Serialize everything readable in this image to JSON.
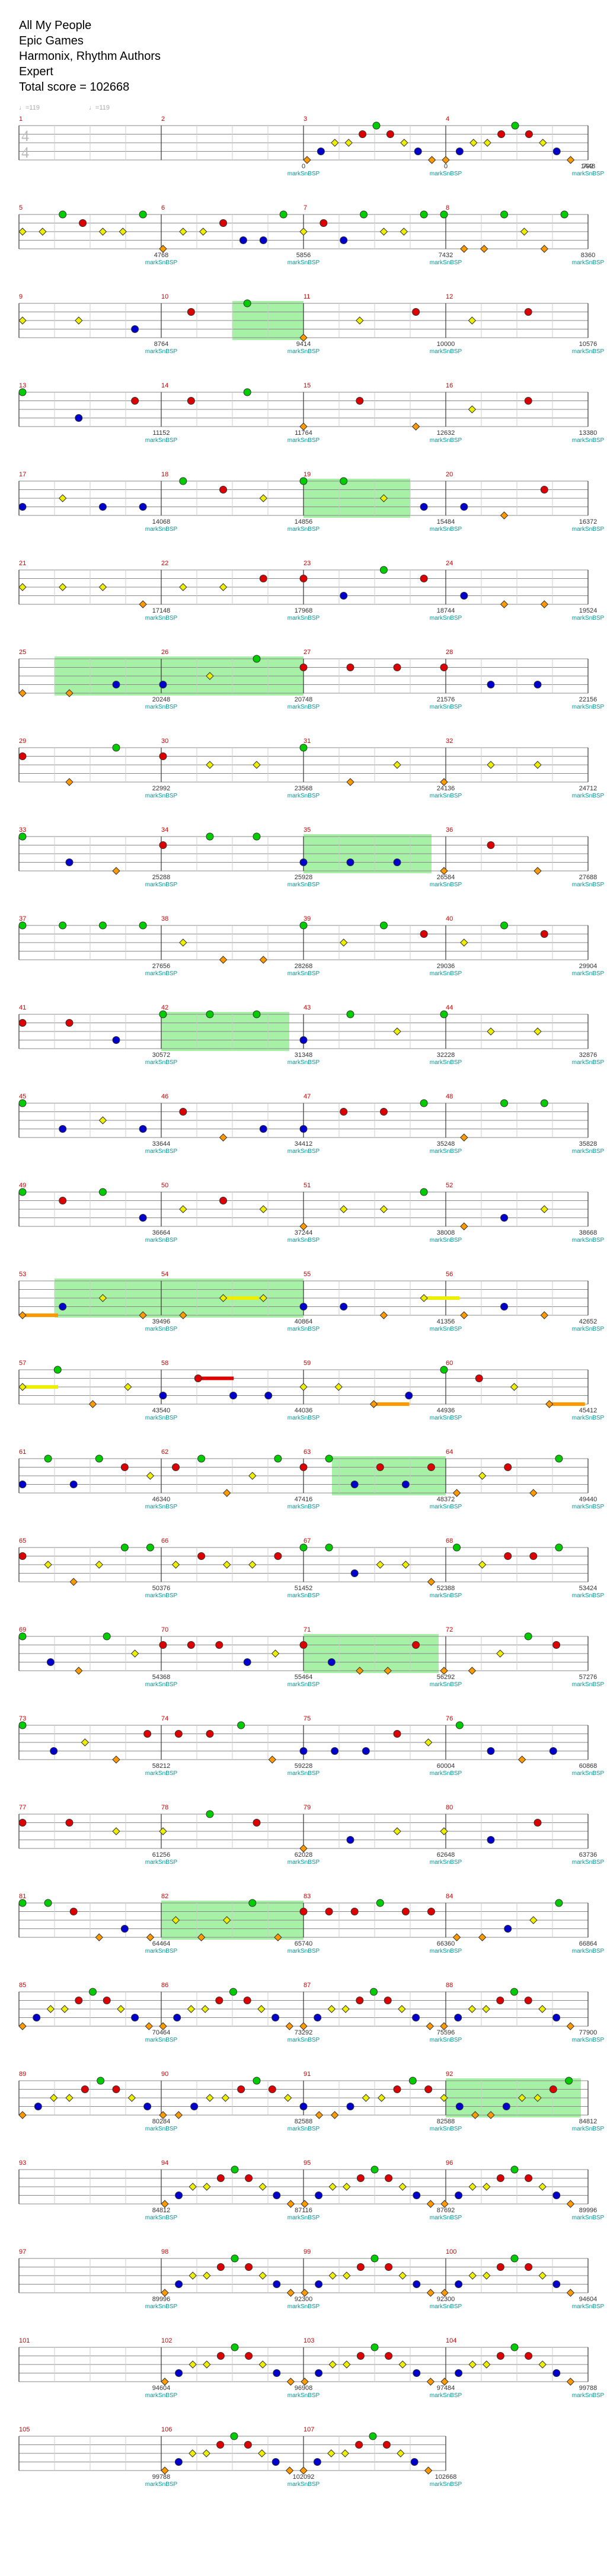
{
  "header": {
    "song_title": "All My People",
    "artist": "Epic Games",
    "charters": "Harmonix, Rhythm Authors",
    "difficulty": "Expert",
    "total_score_label": "Total score = 102668"
  },
  "tempo_marks": [
    "♩=119",
    "♩=119"
  ],
  "time_signature": [
    "4",
    "4"
  ],
  "colors": {
    "green": "#00cc00",
    "red": "#dd0000",
    "yellow": "#eeee00",
    "blue": "#0000cc",
    "orange": "#ff9900",
    "overdrive": "#90ee90",
    "bar_number": "#cc0000",
    "sp_text": "#009999",
    "staff_line": "#888888"
  },
  "sp_label": "markSnBSP",
  "rows": [
    {
      "bars": [
        {
          "n": "1",
          "score": ""
        },
        {
          "n": "2",
          "score": "0"
        },
        {
          "n": "3",
          "score": "0"
        },
        {
          "n": "4",
          "score": "792"
        }
      ],
      "end_score": "1448"
    },
    {
      "bars": [
        {
          "n": "5",
          "score": "4768"
        },
        {
          "n": "6",
          "score": "5856"
        },
        {
          "n": "7",
          "score": "7432"
        },
        {
          "n": "8",
          "score": "8360"
        }
      ],
      "end_score": ""
    },
    {
      "bars": [
        {
          "n": "9",
          "score": "8764"
        },
        {
          "n": "10",
          "score": "9414"
        },
        {
          "n": "11",
          "score": "10000"
        },
        {
          "n": "12",
          "score": "10576"
        }
      ],
      "end_score": ""
    },
    {
      "bars": [
        {
          "n": "13",
          "score": "11152"
        },
        {
          "n": "14",
          "score": "11764"
        },
        {
          "n": "15",
          "score": "12632"
        },
        {
          "n": "16",
          "score": "13380"
        }
      ],
      "end_score": ""
    },
    {
      "bars": [
        {
          "n": "17",
          "score": "14068"
        },
        {
          "n": "18",
          "score": "14856"
        },
        {
          "n": "19",
          "score": "15484"
        },
        {
          "n": "20",
          "score": "16372"
        }
      ],
      "end_score": ""
    },
    {
      "bars": [
        {
          "n": "21",
          "score": "17148"
        },
        {
          "n": "22",
          "score": "17968"
        },
        {
          "n": "23",
          "score": "18744"
        },
        {
          "n": "24",
          "score": "19524"
        }
      ],
      "end_score": ""
    },
    {
      "bars": [
        {
          "n": "25",
          "score": "20248"
        },
        {
          "n": "26",
          "score": "20748"
        },
        {
          "n": "27",
          "score": "21576"
        },
        {
          "n": "28",
          "score": "22156"
        }
      ],
      "end_score": ""
    },
    {
      "bars": [
        {
          "n": "29",
          "score": "22992"
        },
        {
          "n": "30",
          "score": "23568"
        },
        {
          "n": "31",
          "score": "24136"
        },
        {
          "n": "32",
          "score": "24712"
        }
      ],
      "end_score": ""
    },
    {
      "bars": [
        {
          "n": "33",
          "score": "25288"
        },
        {
          "n": "34",
          "score": "25928"
        },
        {
          "n": "35",
          "score": "26584"
        },
        {
          "n": "36",
          "score": "27688"
        }
      ],
      "end_score": ""
    },
    {
      "bars": [
        {
          "n": "37",
          "score": "27656"
        },
        {
          "n": "38",
          "score": "28268"
        },
        {
          "n": "39",
          "score": "29036"
        },
        {
          "n": "40",
          "score": "29904"
        }
      ],
      "end_score": ""
    },
    {
      "bars": [
        {
          "n": "41",
          "score": "30572"
        },
        {
          "n": "42",
          "score": "31348"
        },
        {
          "n": "43",
          "score": "32228"
        },
        {
          "n": "44",
          "score": "32876"
        }
      ],
      "end_score": ""
    },
    {
      "bars": [
        {
          "n": "45",
          "score": "33644"
        },
        {
          "n": "46",
          "score": "34412"
        },
        {
          "n": "47",
          "score": "35248"
        },
        {
          "n": "48",
          "score": "35828"
        }
      ],
      "end_score": ""
    },
    {
      "bars": [
        {
          "n": "49",
          "score": "36664"
        },
        {
          "n": "50",
          "score": "37244"
        },
        {
          "n": "51",
          "score": "38008"
        },
        {
          "n": "52",
          "score": "38668"
        }
      ],
      "end_score": ""
    },
    {
      "bars": [
        {
          "n": "53",
          "score": "39496"
        },
        {
          "n": "54",
          "score": "40864"
        },
        {
          "n": "55",
          "score": "41356"
        },
        {
          "n": "56",
          "score": "42652"
        }
      ],
      "end_score": ""
    },
    {
      "bars": [
        {
          "n": "57",
          "score": "43540"
        },
        {
          "n": "58",
          "score": "44036"
        },
        {
          "n": "59",
          "score": "44936"
        },
        {
          "n": "60",
          "score": "45412"
        }
      ],
      "end_score": ""
    },
    {
      "bars": [
        {
          "n": "61",
          "score": "46340"
        },
        {
          "n": "62",
          "score": "47416"
        },
        {
          "n": "63",
          "score": "48372"
        },
        {
          "n": "64",
          "score": "49440"
        }
      ],
      "end_score": ""
    },
    {
      "bars": [
        {
          "n": "65",
          "score": "50376"
        },
        {
          "n": "66",
          "score": "51452"
        },
        {
          "n": "67",
          "score": "52388"
        },
        {
          "n": "68",
          "score": "53424"
        }
      ],
      "end_score": ""
    },
    {
      "bars": [
        {
          "n": "69",
          "score": "54368"
        },
        {
          "n": "70",
          "score": "55464"
        },
        {
          "n": "71",
          "score": "56292"
        },
        {
          "n": "72",
          "score": "57276"
        }
      ],
      "end_score": ""
    },
    {
      "bars": [
        {
          "n": "73",
          "score": "58212"
        },
        {
          "n": "74",
          "score": "59228"
        },
        {
          "n": "75",
          "score": "60004"
        },
        {
          "n": "76",
          "score": "60868"
        }
      ],
      "end_score": ""
    },
    {
      "bars": [
        {
          "n": "77",
          "score": "61256"
        },
        {
          "n": "78",
          "score": "62028"
        },
        {
          "n": "79",
          "score": "62648"
        },
        {
          "n": "80",
          "score": "63736"
        }
      ],
      "end_score": ""
    },
    {
      "bars": [
        {
          "n": "81",
          "score": "64464"
        },
        {
          "n": "82",
          "score": "65740"
        },
        {
          "n": "83",
          "score": "66360"
        },
        {
          "n": "84",
          "score": "66864"
        }
      ],
      "end_score": ""
    },
    {
      "bars": [
        {
          "n": "85",
          "score": "70464"
        },
        {
          "n": "86",
          "score": "73292"
        },
        {
          "n": "87",
          "score": "75596"
        },
        {
          "n": "88",
          "score": "77900"
        }
      ],
      "end_score": ""
    },
    {
      "bars": [
        {
          "n": "89",
          "score": "80284"
        },
        {
          "n": "90",
          "score": "82588"
        },
        {
          "n": "91",
          "score": "82588"
        },
        {
          "n": "92",
          "score": "84812"
        }
      ],
      "end_score": ""
    },
    {
      "bars": [
        {
          "n": "93",
          "score": "84812"
        },
        {
          "n": "94",
          "score": "87116"
        },
        {
          "n": "95",
          "score": "87692"
        },
        {
          "n": "96",
          "score": "89996"
        }
      ],
      "end_score": ""
    },
    {
      "bars": [
        {
          "n": "97",
          "score": "89996"
        },
        {
          "n": "98",
          "score": "92300"
        },
        {
          "n": "99",
          "score": "92300"
        },
        {
          "n": "100",
          "score": "94604"
        }
      ],
      "end_score": ""
    },
    {
      "bars": [
        {
          "n": "101",
          "score": "94604"
        },
        {
          "n": "102",
          "score": "96908"
        },
        {
          "n": "103",
          "score": "97484"
        },
        {
          "n": "104",
          "score": "99788"
        }
      ],
      "end_score": ""
    },
    {
      "bars": [
        {
          "n": "105",
          "score": "99788"
        },
        {
          "n": "106",
          "score": "102092"
        },
        {
          "n": "107",
          "score": "102668"
        }
      ],
      "end_score": ""
    }
  ],
  "overdrive_phrases": [
    {
      "row": 2,
      "from": 1.5,
      "to": 2.0
    },
    {
      "row": 4,
      "from": 2.0,
      "to": 2.75
    },
    {
      "row": 6,
      "from": 0.25,
      "to": 2.0
    },
    {
      "row": 8,
      "from": 2.0,
      "to": 2.9
    },
    {
      "row": 10,
      "from": 1.0,
      "to": 1.9
    },
    {
      "row": 13,
      "from": 0.25,
      "to": 2.0
    },
    {
      "row": 15,
      "from": 2.2,
      "to": 3.0
    },
    {
      "row": 17,
      "from": 2.0,
      "to": 2.95
    },
    {
      "row": 20,
      "from": 1.0,
      "to": 2.0
    },
    {
      "row": 22,
      "from": 3.0,
      "to": 3.95
    }
  ],
  "note_rows": [
    {
      "row": 0,
      "pattern": "ascending-run",
      "start": 2.0,
      "density": 20
    },
    {
      "row": 1,
      "pattern": "mixed-chords",
      "start": 0.0,
      "density": 28
    },
    {
      "row": 2,
      "pattern": "sparse",
      "start": 0.0,
      "density": 10
    },
    {
      "row": 3,
      "pattern": "sparse",
      "start": 0.0,
      "density": 10
    },
    {
      "row": 4,
      "pattern": "sparse",
      "start": 0.0,
      "density": 14
    },
    {
      "row": 5,
      "pattern": "sparse",
      "start": 0.0,
      "density": 14
    },
    {
      "row": 6,
      "pattern": "sparse",
      "start": 0.0,
      "density": 12
    },
    {
      "row": 7,
      "pattern": "sparse",
      "start": 0.0,
      "density": 12
    },
    {
      "row": 8,
      "pattern": "sparse",
      "start": 0.0,
      "density": 12
    },
    {
      "row": 9,
      "pattern": "sparse",
      "start": 0.0,
      "density": 14
    },
    {
      "row": 10,
      "pattern": "sparse",
      "start": 0.0,
      "density": 12
    },
    {
      "row": 11,
      "pattern": "sparse",
      "start": 0.0,
      "density": 14
    },
    {
      "row": 12,
      "pattern": "sparse",
      "start": 0.0,
      "density": 14
    },
    {
      "row": 13,
      "pattern": "sustains",
      "start": 0.0,
      "density": 14
    },
    {
      "row": 14,
      "pattern": "sustains",
      "start": 0.0,
      "density": 16
    },
    {
      "row": 15,
      "pattern": "mixed-chords",
      "start": 0.0,
      "density": 22
    },
    {
      "row": 16,
      "pattern": "mixed-chords",
      "start": 0.0,
      "density": 22
    },
    {
      "row": 17,
      "pattern": "mixed-chords",
      "start": 0.0,
      "density": 20
    },
    {
      "row": 18,
      "pattern": "mixed-chords",
      "start": 0.0,
      "density": 18
    },
    {
      "row": 19,
      "pattern": "sparse",
      "start": 0.0,
      "density": 12
    },
    {
      "row": 20,
      "pattern": "mixed-chords",
      "start": 0.0,
      "density": 22
    },
    {
      "row": 21,
      "pattern": "dense-run",
      "start": 0.0,
      "density": 40
    },
    {
      "row": 22,
      "pattern": "dense-run",
      "start": 0.0,
      "density": 36
    },
    {
      "row": 23,
      "pattern": "dense-run",
      "start": 1.0,
      "density": 30
    },
    {
      "row": 24,
      "pattern": "dense-run",
      "start": 1.0,
      "density": 30
    },
    {
      "row": 25,
      "pattern": "dense-run",
      "start": 1.0,
      "density": 30
    },
    {
      "row": 26,
      "pattern": "dense-run",
      "start": 1.0,
      "density": 20
    }
  ]
}
